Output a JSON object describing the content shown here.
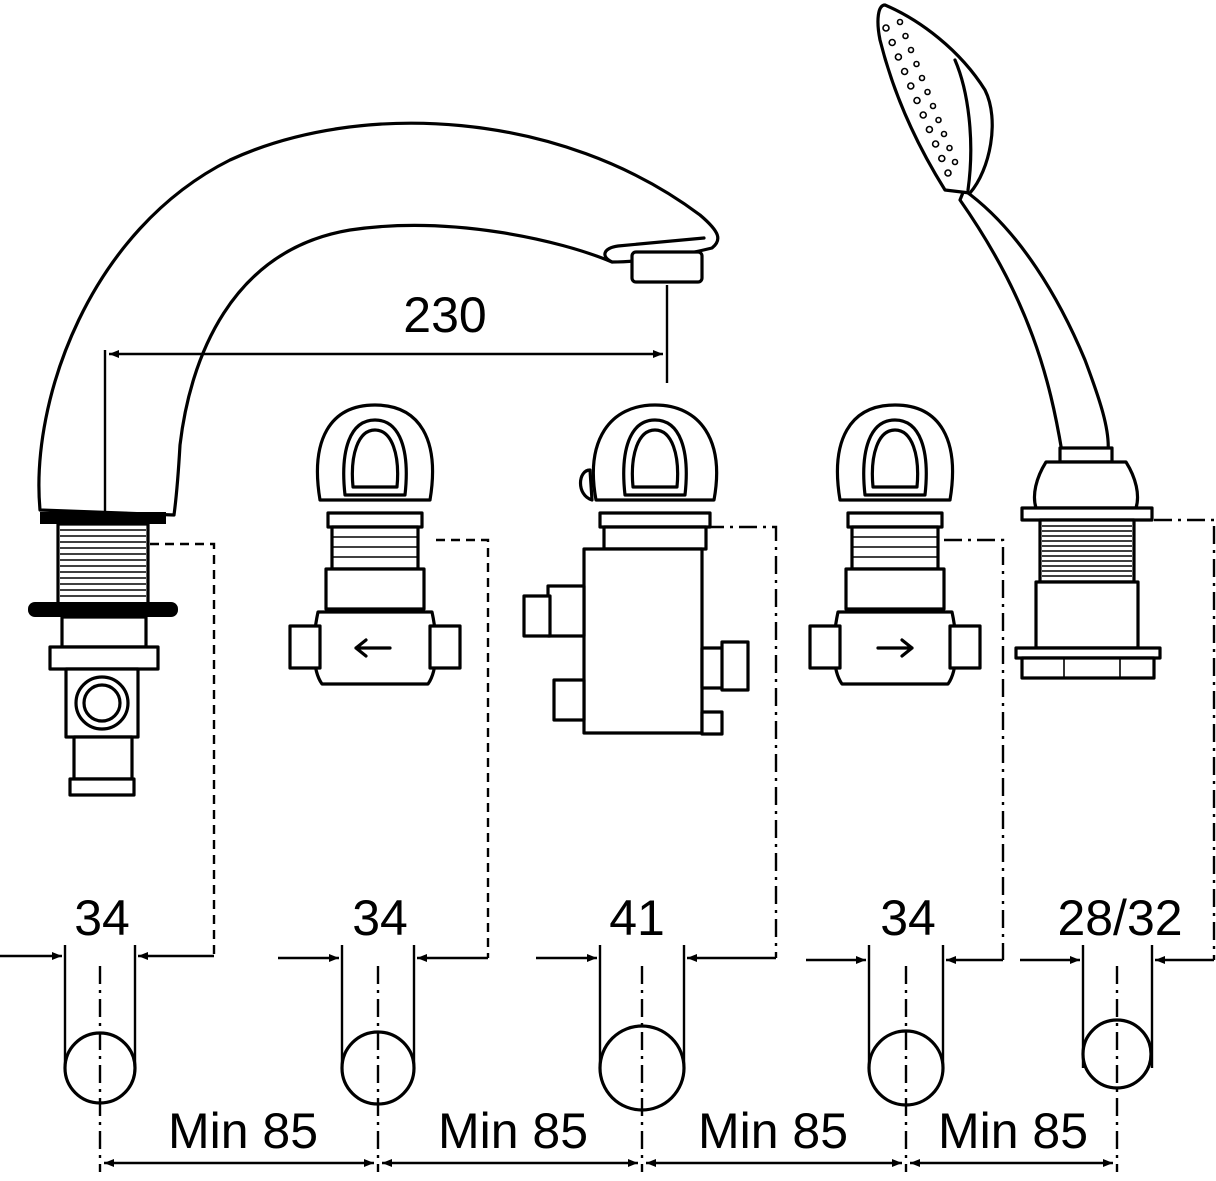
{
  "dimensions": {
    "spout_reach": "230",
    "hole_diameters": [
      "34",
      "34",
      "41",
      "34",
      "28/32"
    ],
    "spacings": [
      "Min 85",
      "Min 85",
      "Min 85",
      "Min 85"
    ]
  }
}
